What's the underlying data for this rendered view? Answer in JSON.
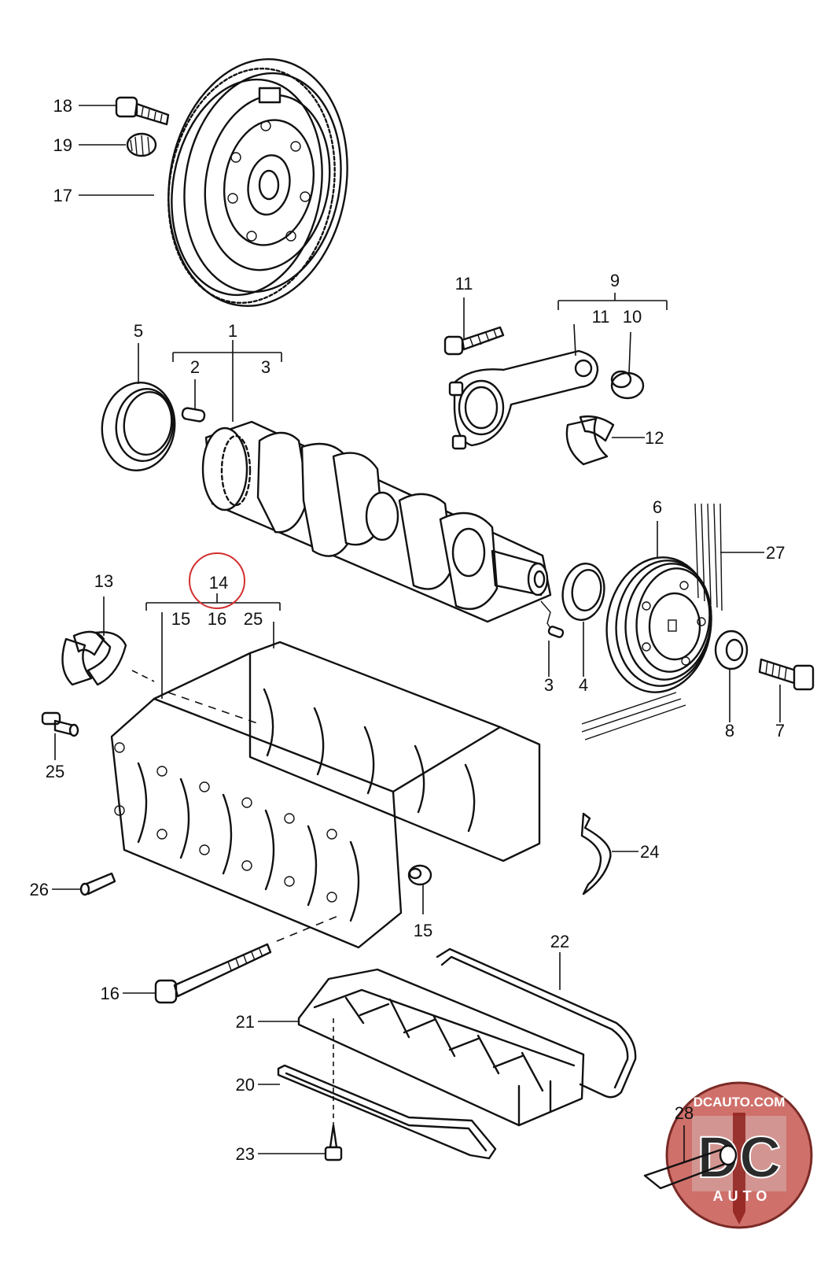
{
  "callouts": [
    {
      "id": "c18",
      "text": "18"
    },
    {
      "id": "c19",
      "text": "19"
    },
    {
      "id": "c17",
      "text": "17"
    },
    {
      "id": "c11a",
      "text": "11"
    },
    {
      "id": "c9",
      "text": "9"
    },
    {
      "id": "c11b",
      "text": "11"
    },
    {
      "id": "c10",
      "text": "10"
    },
    {
      "id": "c5",
      "text": "5"
    },
    {
      "id": "c1",
      "text": "1"
    },
    {
      "id": "c2",
      "text": "2"
    },
    {
      "id": "c3a",
      "text": "3"
    },
    {
      "id": "c12",
      "text": "12"
    },
    {
      "id": "c6",
      "text": "6"
    },
    {
      "id": "c27",
      "text": "27"
    },
    {
      "id": "c13",
      "text": "13"
    },
    {
      "id": "c14",
      "text": "14"
    },
    {
      "id": "c15a",
      "text": "15"
    },
    {
      "id": "c16a",
      "text": "16"
    },
    {
      "id": "c25a",
      "text": "25"
    },
    {
      "id": "c3b",
      "text": "3"
    },
    {
      "id": "c4",
      "text": "4"
    },
    {
      "id": "c8",
      "text": "8"
    },
    {
      "id": "c7",
      "text": "7"
    },
    {
      "id": "c25b",
      "text": "25"
    },
    {
      "id": "c24",
      "text": "24"
    },
    {
      "id": "c26",
      "text": "26"
    },
    {
      "id": "c15b",
      "text": "15"
    },
    {
      "id": "c22",
      "text": "22"
    },
    {
      "id": "c16b",
      "text": "16"
    },
    {
      "id": "c21",
      "text": "21"
    },
    {
      "id": "c20",
      "text": "20"
    },
    {
      "id": "c23",
      "text": "23"
    },
    {
      "id": "c28",
      "text": "28"
    }
  ],
  "highlight": {
    "callout": "14",
    "color": "#d32f2f"
  },
  "watermark": {
    "top_text": "DCAUTO.COM",
    "letters": "DC",
    "bottom_text": "AUTO",
    "color": "#b5423c"
  }
}
